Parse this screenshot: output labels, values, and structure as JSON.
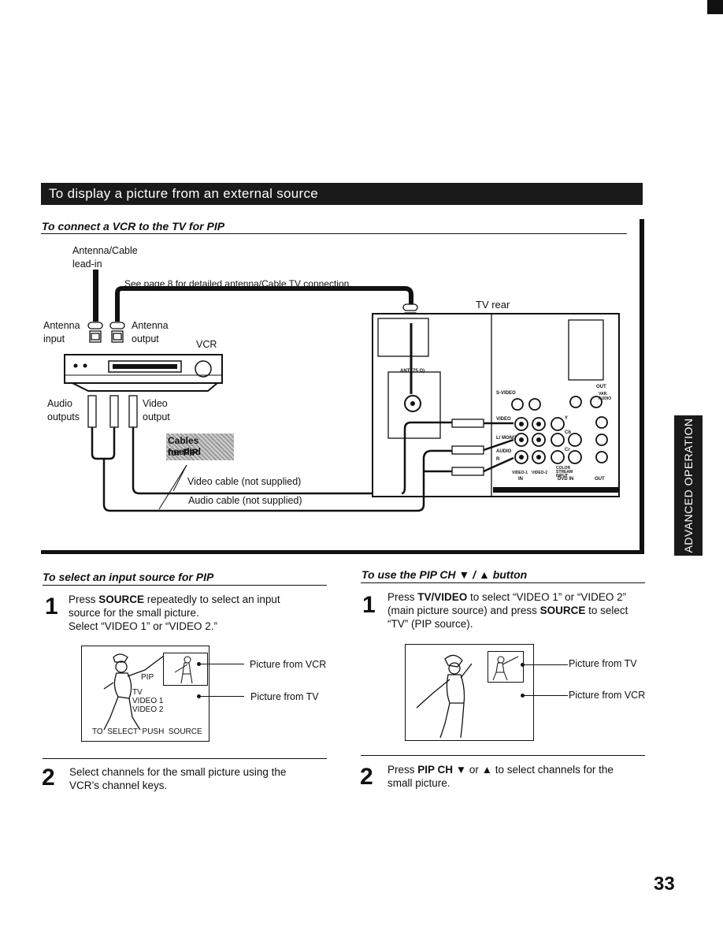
{
  "banner_title": "To display a picture from an external source",
  "section_connect": {
    "heading": "To connect a VCR to the TV for PIP",
    "labels": {
      "antenna_cable_line1": "Antenna/Cable",
      "antenna_cable_line2": "lead-in",
      "see_page": "See page 8 for detailed antenna/Cable TV connection.",
      "tv_rear": "TV rear",
      "antenna_input_1": "Antenna",
      "antenna_input_2": "input",
      "antenna_output_1": "Antenna",
      "antenna_output_2": "output",
      "vcr": "VCR",
      "audio_outputs_1": "Audio",
      "audio_outputs_2": "outputs",
      "video_output_1": "Video",
      "video_output_2": "output",
      "cables_needed_1": "Cables needed",
      "cables_needed_2": "for PIP",
      "video_cable": "Video cable (not supplied)",
      "audio_cable": "Audio cable (not supplied)"
    },
    "panel_labels": {
      "ant": "ANT (75 Ω)",
      "s_video": "S-VIDEO",
      "video": "VIDEO",
      "l_mono": "L/ MONO",
      "audio": "AUDIO",
      "r": "R",
      "video1": "VIDEO-1",
      "video2": "VIDEO-2",
      "in": "IN",
      "color_stream": "COLOR STREAM INPUT",
      "dvd_in": "DVD IN",
      "out": "OUT",
      "var_audio": "VAR. AUDIO",
      "y": "Y",
      "cb": "Cb",
      "cr": "Cr"
    }
  },
  "section_select": {
    "heading": "To select an input source for PIP",
    "step1_num": "1",
    "step1_pre": "Press ",
    "step1_bold": "SOURCE",
    "step1_post": " repeatedly to select an input source for the small picture.",
    "step1_line3": "Select “VIDEO 1” or “VIDEO 2.”",
    "screen_pip": "PIP",
    "screen_tv": "TV",
    "screen_video1": "VIDEO 1",
    "screen_video2": "VIDEO 2",
    "screen_bottom": "TO  SELECT  PUSH  SOURCE",
    "callout_vcr": "Picture from VCR",
    "callout_tv": "Picture from TV",
    "step2_num": "2",
    "step2_text": "Select channels for the small picture using the VCR’s channel keys."
  },
  "section_pipch": {
    "heading": "To use the PIP CH ▼ / ▲ button",
    "step1_num": "1",
    "step1_pre": "Press ",
    "step1_bold1": "TV/VIDEO",
    "step1_mid": " to select “VIDEO 1” or “VIDEO 2” (main picture source) and press ",
    "step1_bold2": "SOURCE",
    "step1_post": " to select “TV” (PIP source).",
    "callout_tv": "Picture from TV",
    "callout_vcr": "Picture from VCR",
    "step2_num": "2",
    "step2_pre": "Press ",
    "step2_bold": "PIP CH",
    "step2_post": " ▼  or  ▲  to select channels for the small picture."
  },
  "side_tab": "ADVANCED OPERATION",
  "page_number": "33"
}
